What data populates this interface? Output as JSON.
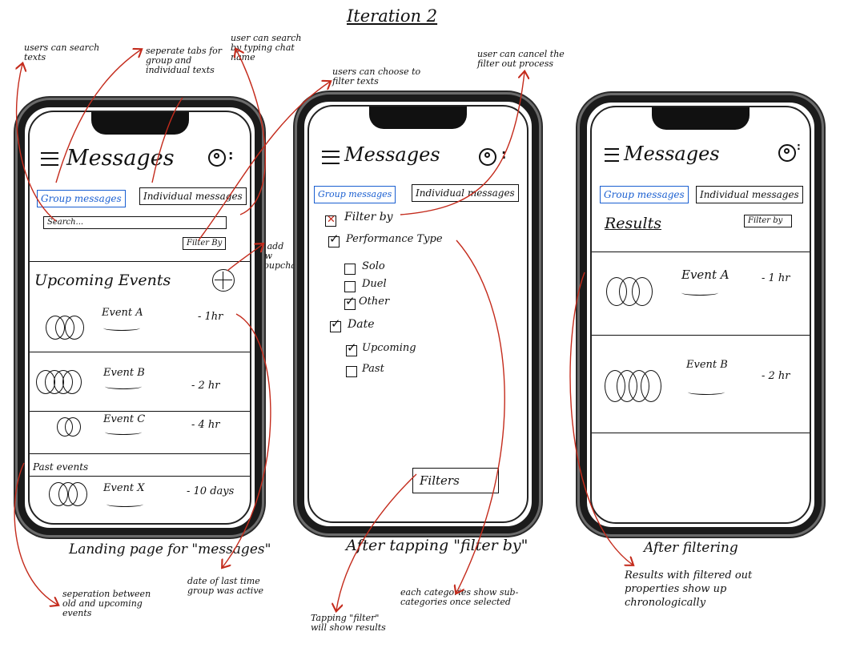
{
  "title": "Iteration 2",
  "annotations": {
    "search_texts": "users can search texts",
    "separate_tabs": "seperate tabs for group and individual texts",
    "search_chat_name": "user can search by typing chat name",
    "filter_texts": "users can choose to filter texts",
    "cancel_filter": "user can cancel the filter out process",
    "add_groupchats": "To add new groupchats",
    "separation": "seperation between old and upcoming events",
    "last_active": "date of last time group was active",
    "tap_filter": "Tapping \"filter\" will show results",
    "subcategories": "each categories show sub-categories once selected",
    "results_chrono": "Results with filtered out properties show up chronologically"
  },
  "phone1": {
    "caption": "Landing page for \"messages\"",
    "header": "Messages",
    "tab_group": "Group messages",
    "tab_individual": "Individual messages",
    "search_placeholder": "Search...",
    "filter_button": "Filter By",
    "upcoming_title": "Upcoming Events",
    "past_title": "Past events",
    "events": [
      {
        "name": "Event A",
        "time": "- 1hr"
      },
      {
        "name": "Event B",
        "time": "- 2 hr"
      },
      {
        "name": "Event C",
        "time": "- 4 hr"
      },
      {
        "name": "Event X",
        "time": "- 10 days"
      }
    ]
  },
  "phone2": {
    "caption": "After tapping \"filter by\"",
    "header": "Messages",
    "tab_group": "Group messages",
    "tab_individual": "Individual messages",
    "filter_by": "Filter by",
    "performance_type": "Performance Type",
    "solo": "Solo",
    "duel": "Duel",
    "other": "Other",
    "date": "Date",
    "upcoming": "Upcoming",
    "past": "Past",
    "filter_button": "Filters"
  },
  "phone3": {
    "caption": "After filtering",
    "header": "Messages",
    "tab_group": "Group messages",
    "tab_individual": "Individual messages",
    "results": "Results",
    "filter_button": "Filter by",
    "events": [
      {
        "name": "Event A",
        "time": "- 1 hr"
      },
      {
        "name": "Event B",
        "time": "- 2 hr"
      }
    ]
  },
  "colors": {
    "accent": "#1a5fd1",
    "annotation_arrow": "#c42b1c"
  }
}
